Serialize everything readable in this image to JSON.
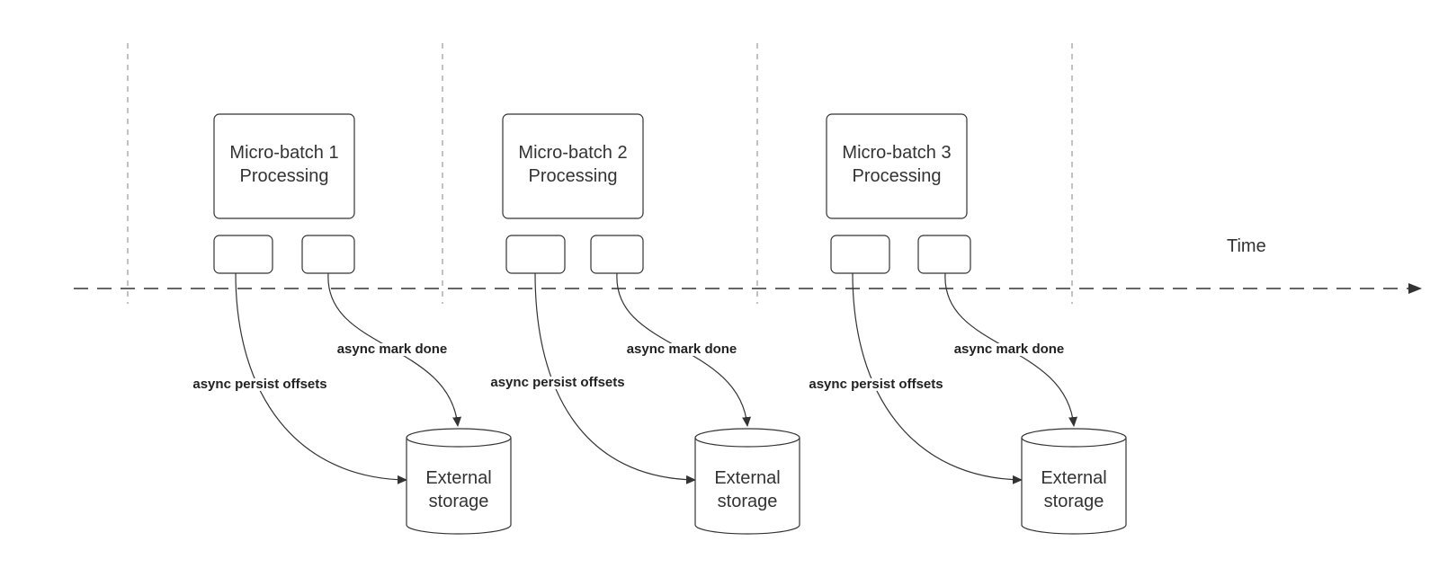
{
  "time_label": "Time",
  "batches": [
    {
      "title_line1": "Micro-batch 1",
      "title_line2": "Processing",
      "persist_label": "async persist offsets",
      "done_label": "async mark done",
      "storage_line1": "External",
      "storage_line2": "storage"
    },
    {
      "title_line1": "Micro-batch 2",
      "title_line2": "Processing",
      "persist_label": "async persist offsets",
      "done_label": "async mark done",
      "storage_line1": "External",
      "storage_line2": "storage"
    },
    {
      "title_line1": "Micro-batch 3",
      "title_line2": "Processing",
      "persist_label": "async persist offsets",
      "done_label": "async mark done",
      "storage_line1": "External",
      "storage_line2": "storage"
    }
  ]
}
